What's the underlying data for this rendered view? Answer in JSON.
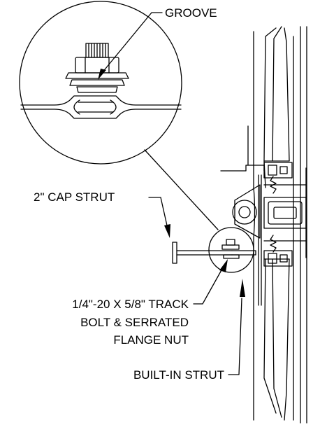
{
  "labels": {
    "groove": "GROOVE",
    "cap_strut": "2\" CAP STRUT",
    "track_bolt_line1": "1/4\"-20 X 5/8\" TRACK",
    "track_bolt_line2": "BOLT & SERRATED",
    "track_bolt_line3": "FLANGE NUT",
    "built_in_strut": "BUILT-IN STRUT"
  },
  "colors": {
    "line": "#000000",
    "background": "#ffffff"
  }
}
